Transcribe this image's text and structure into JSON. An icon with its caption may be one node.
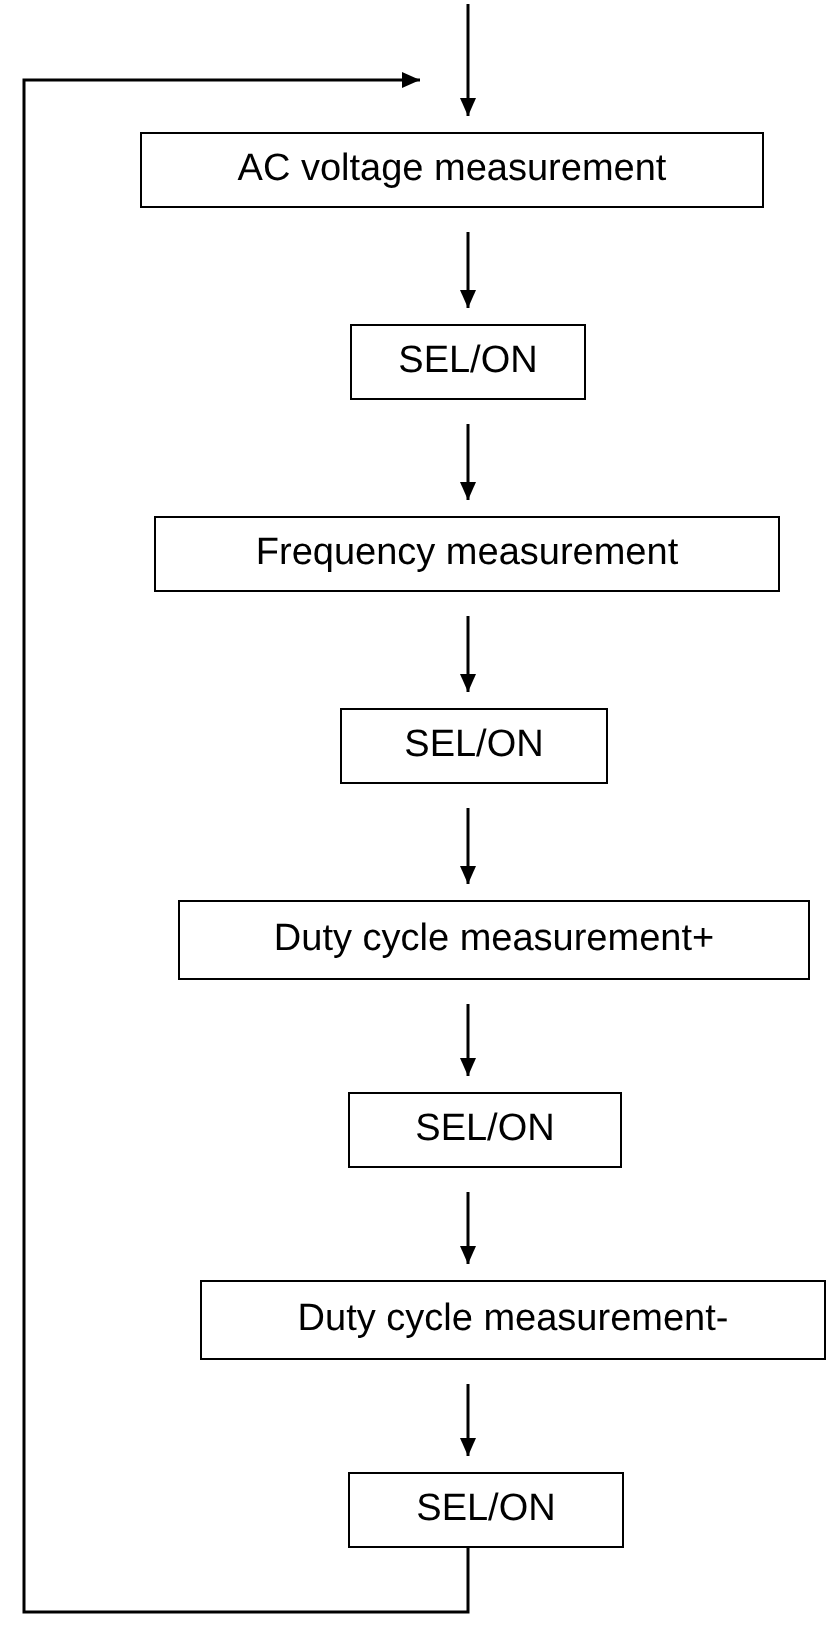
{
  "diagram": {
    "nodes": [
      {
        "text": [
          "AC voltage measurement"
        ]
      },
      {
        "text": [
          "SEL/ON"
        ]
      },
      {
        "text": [
          "Frequency measurement"
        ]
      },
      {
        "text": [
          "SEL/ON"
        ]
      },
      {
        "text": [
          "Duty cycle measurement+"
        ]
      },
      {
        "text": [
          "SEL/ON"
        ]
      },
      {
        "text": [
          "Duty cycle measurement-"
        ]
      },
      {
        "text": [
          "SEL/ON"
        ]
      }
    ],
    "edges": [
      {
        "from": null,
        "to": 0,
        "arrow": "to"
      },
      {
        "from": 0,
        "to": 1,
        "arrow": "to"
      },
      {
        "from": 1,
        "to": 2,
        "arrow": "to"
      },
      {
        "from": 2,
        "to": 3,
        "arrow": "to"
      },
      {
        "from": 3,
        "to": 4,
        "arrow": "to"
      },
      {
        "from": 4,
        "to": 5,
        "arrow": "to"
      },
      {
        "from": 5,
        "to": 6,
        "arrow": "to"
      },
      {
        "from": 6,
        "to": 7,
        "arrow": "to"
      },
      {
        "from": 7,
        "to": 0,
        "arrow": "to"
      }
    ]
  }
}
